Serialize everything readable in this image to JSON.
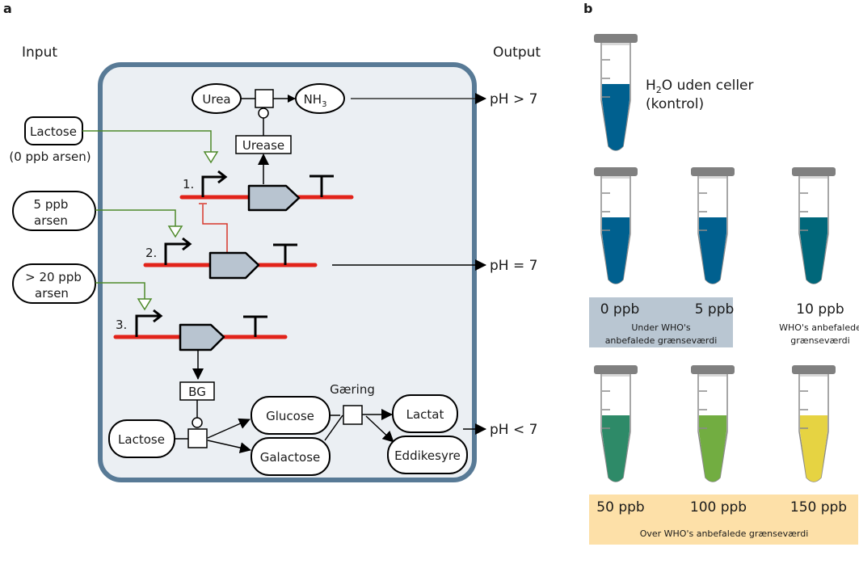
{
  "panel_a": {
    "label": "a",
    "input_heading": "Input",
    "output_heading": "Output",
    "inputs": [
      {
        "text": "Lactose",
        "sub": "(0 ppb arsen)"
      },
      {
        "line1": "5 ppb",
        "line2": "arsen"
      },
      {
        "line1": "> 20 ppb",
        "line2": "arsen"
      }
    ],
    "reaction_top": {
      "substrate": "Urea",
      "product": "NH",
      "product_sub": "3",
      "enzyme": "Urease"
    },
    "circuits": [
      {
        "number": "1."
      },
      {
        "number": "2."
      },
      {
        "number": "3."
      }
    ],
    "reaction_bottom": {
      "enzyme": "BG",
      "substrate": "Lactose",
      "products": [
        "Glucose",
        "Galactose"
      ],
      "process": "Gæring",
      "end_products": [
        "Lactat",
        "Eddikesyre"
      ]
    },
    "outputs": [
      "pH > 7",
      "pH = 7",
      "pH < 7"
    ]
  },
  "panel_b": {
    "label": "b",
    "control": {
      "line1_pre": "H",
      "line1_sub": "2",
      "line1_post": "O uden celler",
      "line2": "(kontrol)"
    },
    "tubes": [
      {
        "name": "control",
        "color": "#00608f"
      },
      {
        "name": "0 ppb",
        "color": "#00608f"
      },
      {
        "name": "5 ppb",
        "color": "#00608f"
      },
      {
        "name": "10 ppb",
        "color": "#00677a"
      },
      {
        "name": "50 ppb",
        "color": "#2e8a68"
      },
      {
        "name": "100 ppb",
        "color": "#72ad41"
      },
      {
        "name": "150 ppb",
        "color": "#e6d342"
      }
    ],
    "row1_labels": [
      "0 ppb",
      "5 ppb",
      "10 ppb"
    ],
    "under_caption": [
      "Under WHO's",
      "anbefalede grænseværdi"
    ],
    "who_caption": [
      "WHO's anbefalede",
      "grænseværdi"
    ],
    "row2_labels": [
      "50 ppb",
      "100 ppb",
      "150 ppb"
    ],
    "over_caption": "Over WHO's anbefalede grænseværdi"
  },
  "colors": {
    "cell_border": "#587a96",
    "cell_fill": "#ebeff3",
    "dna": "#e2231a",
    "gene": "#b8c4d0",
    "activator": "#4e8a2a",
    "repressor": "#d8372b",
    "under_box": "#b9c6d2",
    "over_box": "#fde0a8"
  }
}
